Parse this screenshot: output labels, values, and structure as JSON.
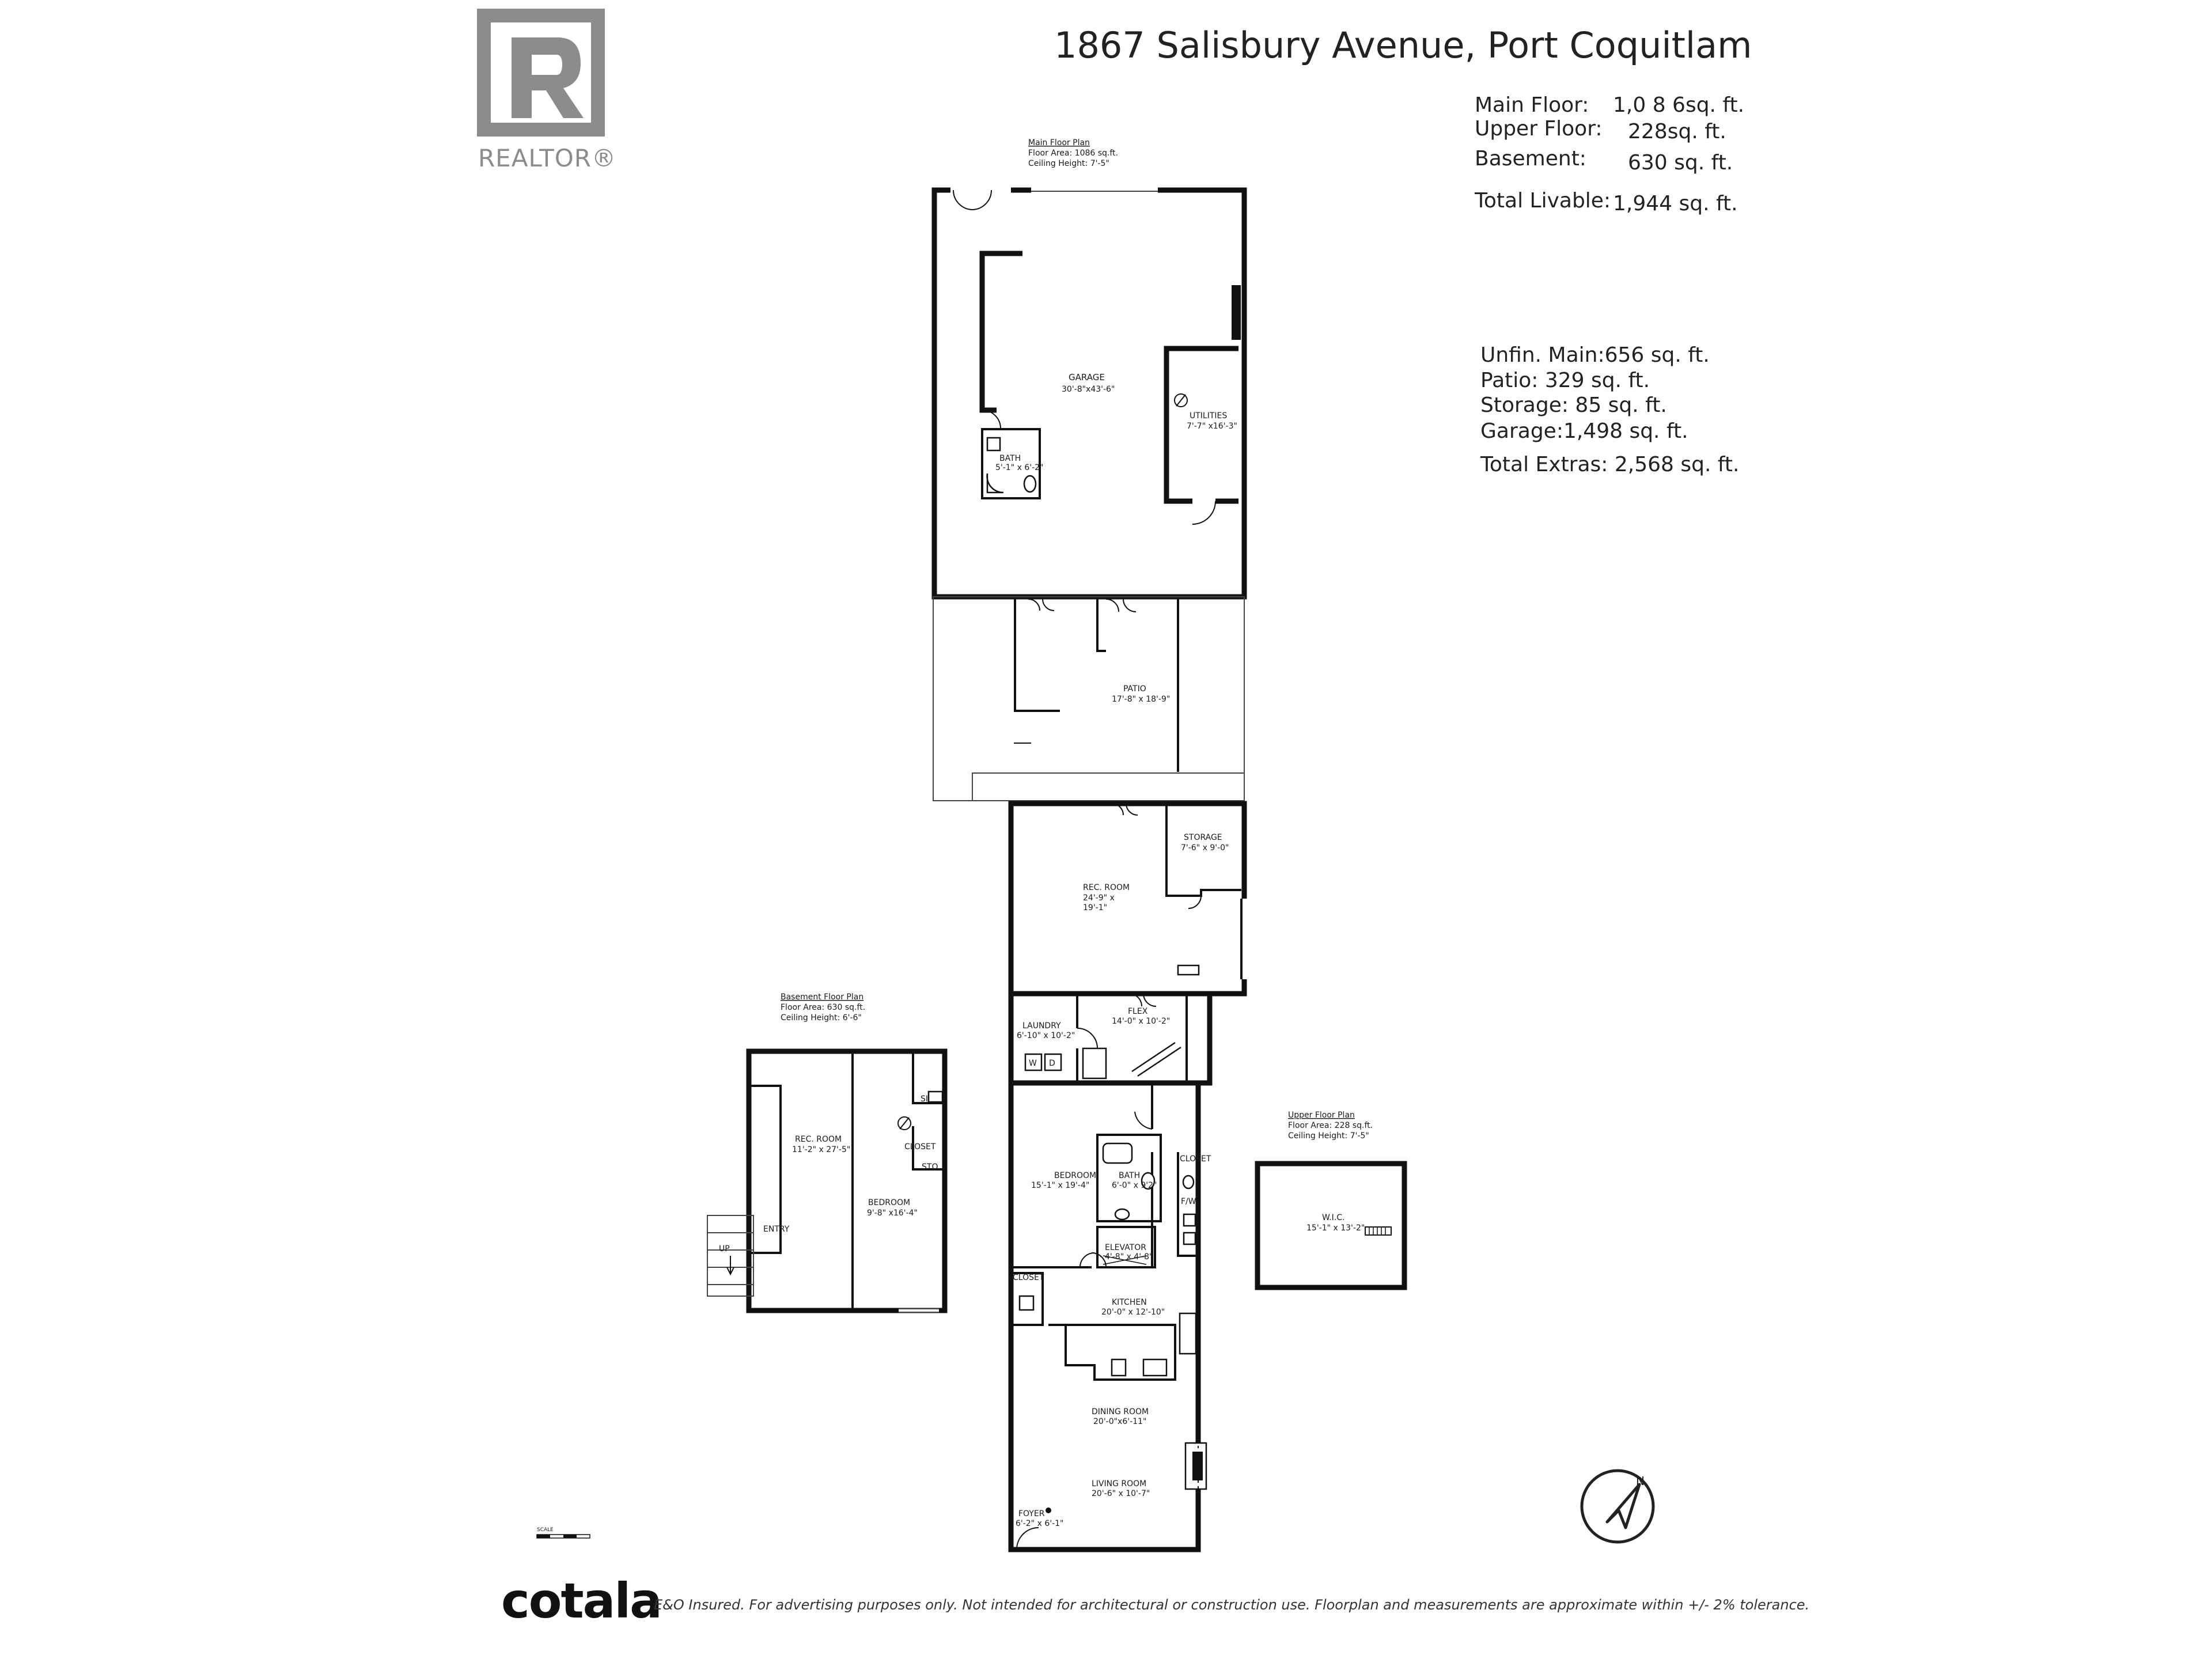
{
  "header": {
    "address": "1867 Salisbury Avenue, Port Coquitlam",
    "logo_mark": "R",
    "logo_word": "REALTOR®"
  },
  "livable": [
    {
      "label": "Main Floor:",
      "value": "1,0 8 6sq. ft."
    },
    {
      "label": "Upper Floor:",
      "value": "228sq. ft."
    },
    {
      "label": "Basement:",
      "value": "630 sq. ft."
    },
    {
      "label": "Total Livable:",
      "value": "1,944 sq. ft."
    }
  ],
  "extras": [
    "Unfin. Main:656 sq. ft.",
    "Patio: 329 sq. ft.",
    "Storage: 85 sq. ft.",
    "Garage:1,498 sq. ft.",
    "Total Extras: 2,568 sq. ft."
  ],
  "main_plan": {
    "title": "Main Floor Plan",
    "area": "Floor Area: 1086 sq.ft.",
    "ceiling": "Ceiling Height: 7'-5\"",
    "rooms": {
      "garage": {
        "name": "GARAGE",
        "dims": "30'-8\"x43'-6\""
      },
      "utilities": {
        "name": "UTILITIES",
        "dims": "7'-7\" x16'-3\""
      },
      "bath_garage": {
        "name": "BATH",
        "dims": "5'-1\" x 6'-2\""
      },
      "patio": {
        "name": "PATIO",
        "dims": "17'-8\" x 18'-9\""
      },
      "storage": {
        "name": "STORAGE",
        "dims": "7'-6\" x 9'-0\""
      },
      "rec_room": {
        "name": "REC. ROOM",
        "dims": "24'-9\"  x",
        "dims2": "19'-1\""
      },
      "laundry": {
        "name": "LAUNDRY",
        "dims": "6'-10\" x 10'-2\""
      },
      "flex": {
        "name": "FLEX",
        "dims": "14'-0\" x 10'-2\""
      },
      "bedroom": {
        "name": "BEDROOM",
        "dims": "15'-1\" x 19'-4\""
      },
      "bath": {
        "name": "BATH",
        "dims": "6'-0\" x 9'2\""
      },
      "closet": "CLOSET",
      "fw": "F/W",
      "elevator": {
        "name": "ELEVATOR",
        "dims": "4'-8\" x 4'-8\""
      },
      "closet2": "CLOSET",
      "kitchen": {
        "name": "KITCHEN",
        "dims": "20'-0\" x 12'-10\""
      },
      "dining": {
        "name": "DINING ROOM",
        "dims": "20'-0\"x6'-11\""
      },
      "living": {
        "name": "LIVING ROOM",
        "dims": "20'-6\" x 10'-7\""
      },
      "foyer": {
        "name": "FOYER",
        "dims": "6'-2\" x 6'-1\""
      }
    },
    "appliances": [
      "W",
      "D"
    ]
  },
  "basement_plan": {
    "title": "Basement Floor Plan",
    "area": "Floor Area: 630 sq.ft.",
    "ceiling": "Ceiling Height: 6'-6\"",
    "rooms": {
      "rec_room": {
        "name": "REC. ROOM",
        "dims": "11'-2\" x 27'-5\""
      },
      "bedroom": {
        "name": "BEDROOM",
        "dims": "9'-8\" x16'-4\""
      },
      "entry": "ENTRY",
      "sto": "STO.",
      "closet": "CLOSET",
      "sink": "SINK",
      "up": "UP"
    }
  },
  "upper_plan": {
    "title": "Upper Floor Plan",
    "area": "Floor Area: 228 sq.ft.",
    "ceiling": "Ceiling Height: 7'-5\"",
    "room": {
      "name": "W.I.C.",
      "dims": "15'-1\" x 13'-2\""
    }
  },
  "scale_label": "SCALE",
  "compass_letter": "N",
  "footer": {
    "brand": "cotala",
    "note": "E&O Insured. For advertising purposes only. Not intended for architectural or construction use. Floorplan and measurements are approximate within +/- 2% tolerance."
  }
}
